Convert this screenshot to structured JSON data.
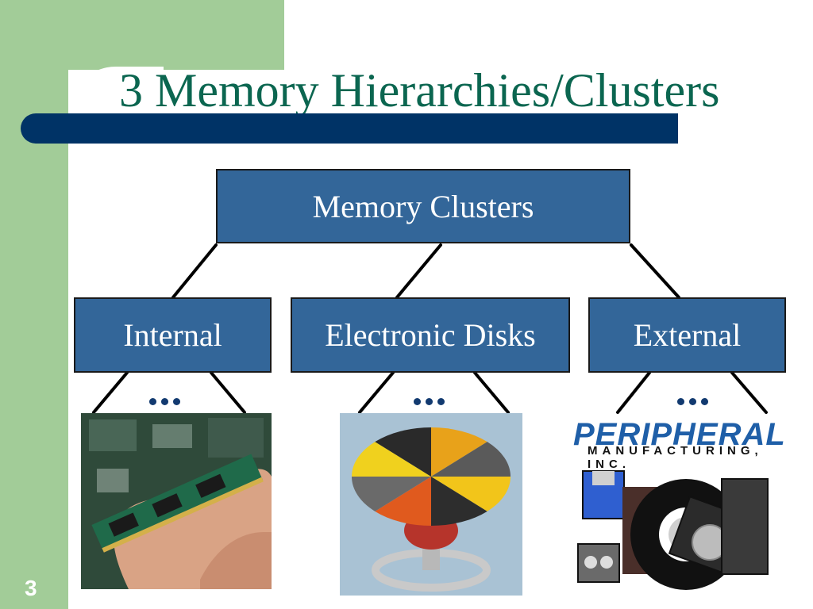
{
  "slide": {
    "title": "3 Memory Hierarchies/Clusters",
    "number": "3"
  },
  "diagram": {
    "root": "Memory Clusters",
    "children": [
      "Internal",
      "Electronic Disks",
      "External"
    ],
    "ellipsis": "..."
  },
  "images": {
    "external_logo_main": "PERIPHERAL",
    "external_logo_sub": "MANUFACTURING, INC."
  },
  "colors": {
    "green_band": "#a2cc98",
    "title_text": "#0b6650",
    "title_bar": "#003366",
    "box_fill": "#336699",
    "box_text": "#ffffff"
  }
}
